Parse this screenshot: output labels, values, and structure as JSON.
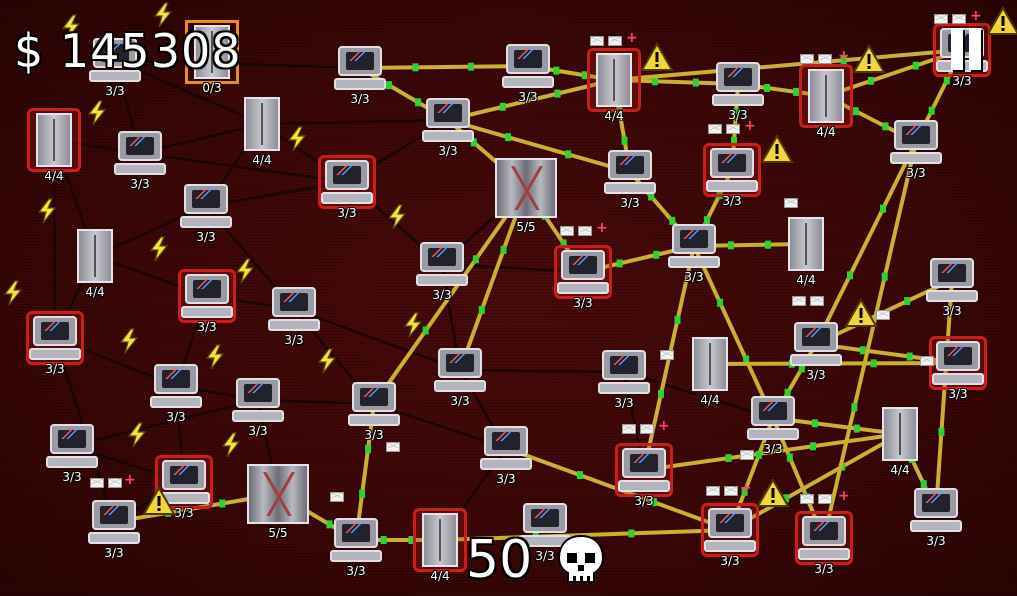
{
  "hud": {
    "money": "$ 145308",
    "timer": "50",
    "skull_icon": "skull-icon",
    "pause_icon": "pause-icon"
  },
  "colors": {
    "background": "#3a0606",
    "link_active": "#c8b030",
    "link_idle": "#1a0505",
    "packet": "#2fd12f",
    "hacked_border": "#c81e1e",
    "selected_border": "#e3901c",
    "bolt": "#f4e43a",
    "warning": "#f2d53c"
  },
  "nodes": [
    {
      "id": "n1",
      "type": "pc",
      "label": "3/3",
      "state": "normal"
    },
    {
      "id": "n2",
      "type": "srv",
      "label": "0/3",
      "state": "selected"
    },
    {
      "id": "n3",
      "type": "pc",
      "label": "3/3",
      "state": "normal"
    },
    {
      "id": "n4",
      "type": "pc",
      "label": "3/3",
      "state": "normal"
    },
    {
      "id": "n5",
      "type": "srv",
      "label": "4/4",
      "state": "hacked"
    },
    {
      "id": "n6",
      "type": "pc",
      "label": "3/3",
      "state": "normal"
    },
    {
      "id": "n7",
      "type": "srv",
      "label": "4/4",
      "state": "hacked"
    },
    {
      "id": "n8",
      "type": "pc",
      "label": "3/3",
      "state": "hacked"
    },
    {
      "id": "n9",
      "type": "srv",
      "label": "4/4",
      "state": "hacked"
    },
    {
      "id": "n10",
      "type": "pc",
      "label": "3/3",
      "state": "normal"
    },
    {
      "id": "n11",
      "type": "srv",
      "label": "4/4",
      "state": "normal"
    },
    {
      "id": "n12",
      "type": "pc",
      "label": "3/3",
      "state": "normal"
    },
    {
      "id": "n13",
      "type": "pc",
      "label": "3/3",
      "state": "hacked"
    },
    {
      "id": "n14",
      "type": "vault",
      "label": "5/5",
      "state": "normal"
    },
    {
      "id": "n15",
      "type": "pc",
      "label": "3/3",
      "state": "normal"
    },
    {
      "id": "n16",
      "type": "pc",
      "label": "3/3",
      "state": "hacked"
    },
    {
      "id": "n17",
      "type": "pc",
      "label": "3/3",
      "state": "normal"
    },
    {
      "id": "n18",
      "type": "pc",
      "label": "3/3",
      "state": "normal"
    },
    {
      "id": "n19",
      "type": "srv",
      "label": "4/4",
      "state": "normal"
    },
    {
      "id": "n20",
      "type": "pc",
      "label": "3/3",
      "state": "normal"
    },
    {
      "id": "n21",
      "type": "pc",
      "label": "3/3",
      "state": "hacked"
    },
    {
      "id": "n22",
      "type": "pc",
      "label": "3/3",
      "state": "normal"
    },
    {
      "id": "n23",
      "type": "srv",
      "label": "4/4",
      "state": "normal"
    },
    {
      "id": "n24",
      "type": "pc",
      "label": "3/3",
      "state": "normal"
    },
    {
      "id": "n25",
      "type": "pc",
      "label": "3/3",
      "state": "hacked"
    },
    {
      "id": "n26",
      "type": "pc",
      "label": "3/3",
      "state": "normal"
    },
    {
      "id": "n27",
      "type": "pc",
      "label": "3/3",
      "state": "hacked"
    },
    {
      "id": "n28",
      "type": "pc",
      "label": "3/3",
      "state": "normal"
    },
    {
      "id": "n29",
      "type": "pc",
      "label": "3/3",
      "state": "normal"
    },
    {
      "id": "n30",
      "type": "pc",
      "label": "3/3",
      "state": "normal"
    },
    {
      "id": "n31",
      "type": "srv",
      "label": "4/4",
      "state": "normal"
    },
    {
      "id": "n32",
      "type": "pc",
      "label": "3/3",
      "state": "normal"
    },
    {
      "id": "n33",
      "type": "pc",
      "label": "3/3",
      "state": "hacked"
    },
    {
      "id": "n34",
      "type": "pc",
      "label": "3/3",
      "state": "normal"
    },
    {
      "id": "n35",
      "type": "pc",
      "label": "3/3",
      "state": "normal"
    },
    {
      "id": "n36",
      "type": "pc",
      "label": "3/3",
      "state": "normal"
    },
    {
      "id": "n37",
      "type": "pc",
      "label": "3/3",
      "state": "normal"
    },
    {
      "id": "n38",
      "type": "pc",
      "label": "3/3",
      "state": "hacked"
    },
    {
      "id": "n39",
      "type": "srv",
      "label": "4/4",
      "state": "normal"
    },
    {
      "id": "n40",
      "type": "pc",
      "label": "3/3",
      "state": "normal"
    },
    {
      "id": "n41",
      "type": "pc",
      "label": "3/3",
      "state": "hacked"
    },
    {
      "id": "n42",
      "type": "vault",
      "label": "5/5",
      "state": "normal"
    },
    {
      "id": "n43",
      "type": "pc",
      "label": "3/3",
      "state": "normal"
    },
    {
      "id": "n44",
      "type": "pc",
      "label": "3/3",
      "state": "normal"
    },
    {
      "id": "n45",
      "type": "pc",
      "label": "3/3",
      "state": "hacked"
    },
    {
      "id": "n46",
      "type": "pc",
      "label": "3/3",
      "state": "hacked"
    },
    {
      "id": "n47",
      "type": "pc",
      "label": "3/3",
      "state": "normal"
    },
    {
      "id": "n48",
      "type": "srv",
      "label": "4/4",
      "state": "hacked"
    },
    {
      "id": "n49",
      "type": "pc",
      "label": "3/3",
      "state": "normal"
    },
    {
      "id": "n50",
      "type": "pc",
      "label": "3/3",
      "state": "normal"
    },
    {
      "id": "n51",
      "type": "pc",
      "label": "3/3",
      "state": "normal"
    }
  ]
}
